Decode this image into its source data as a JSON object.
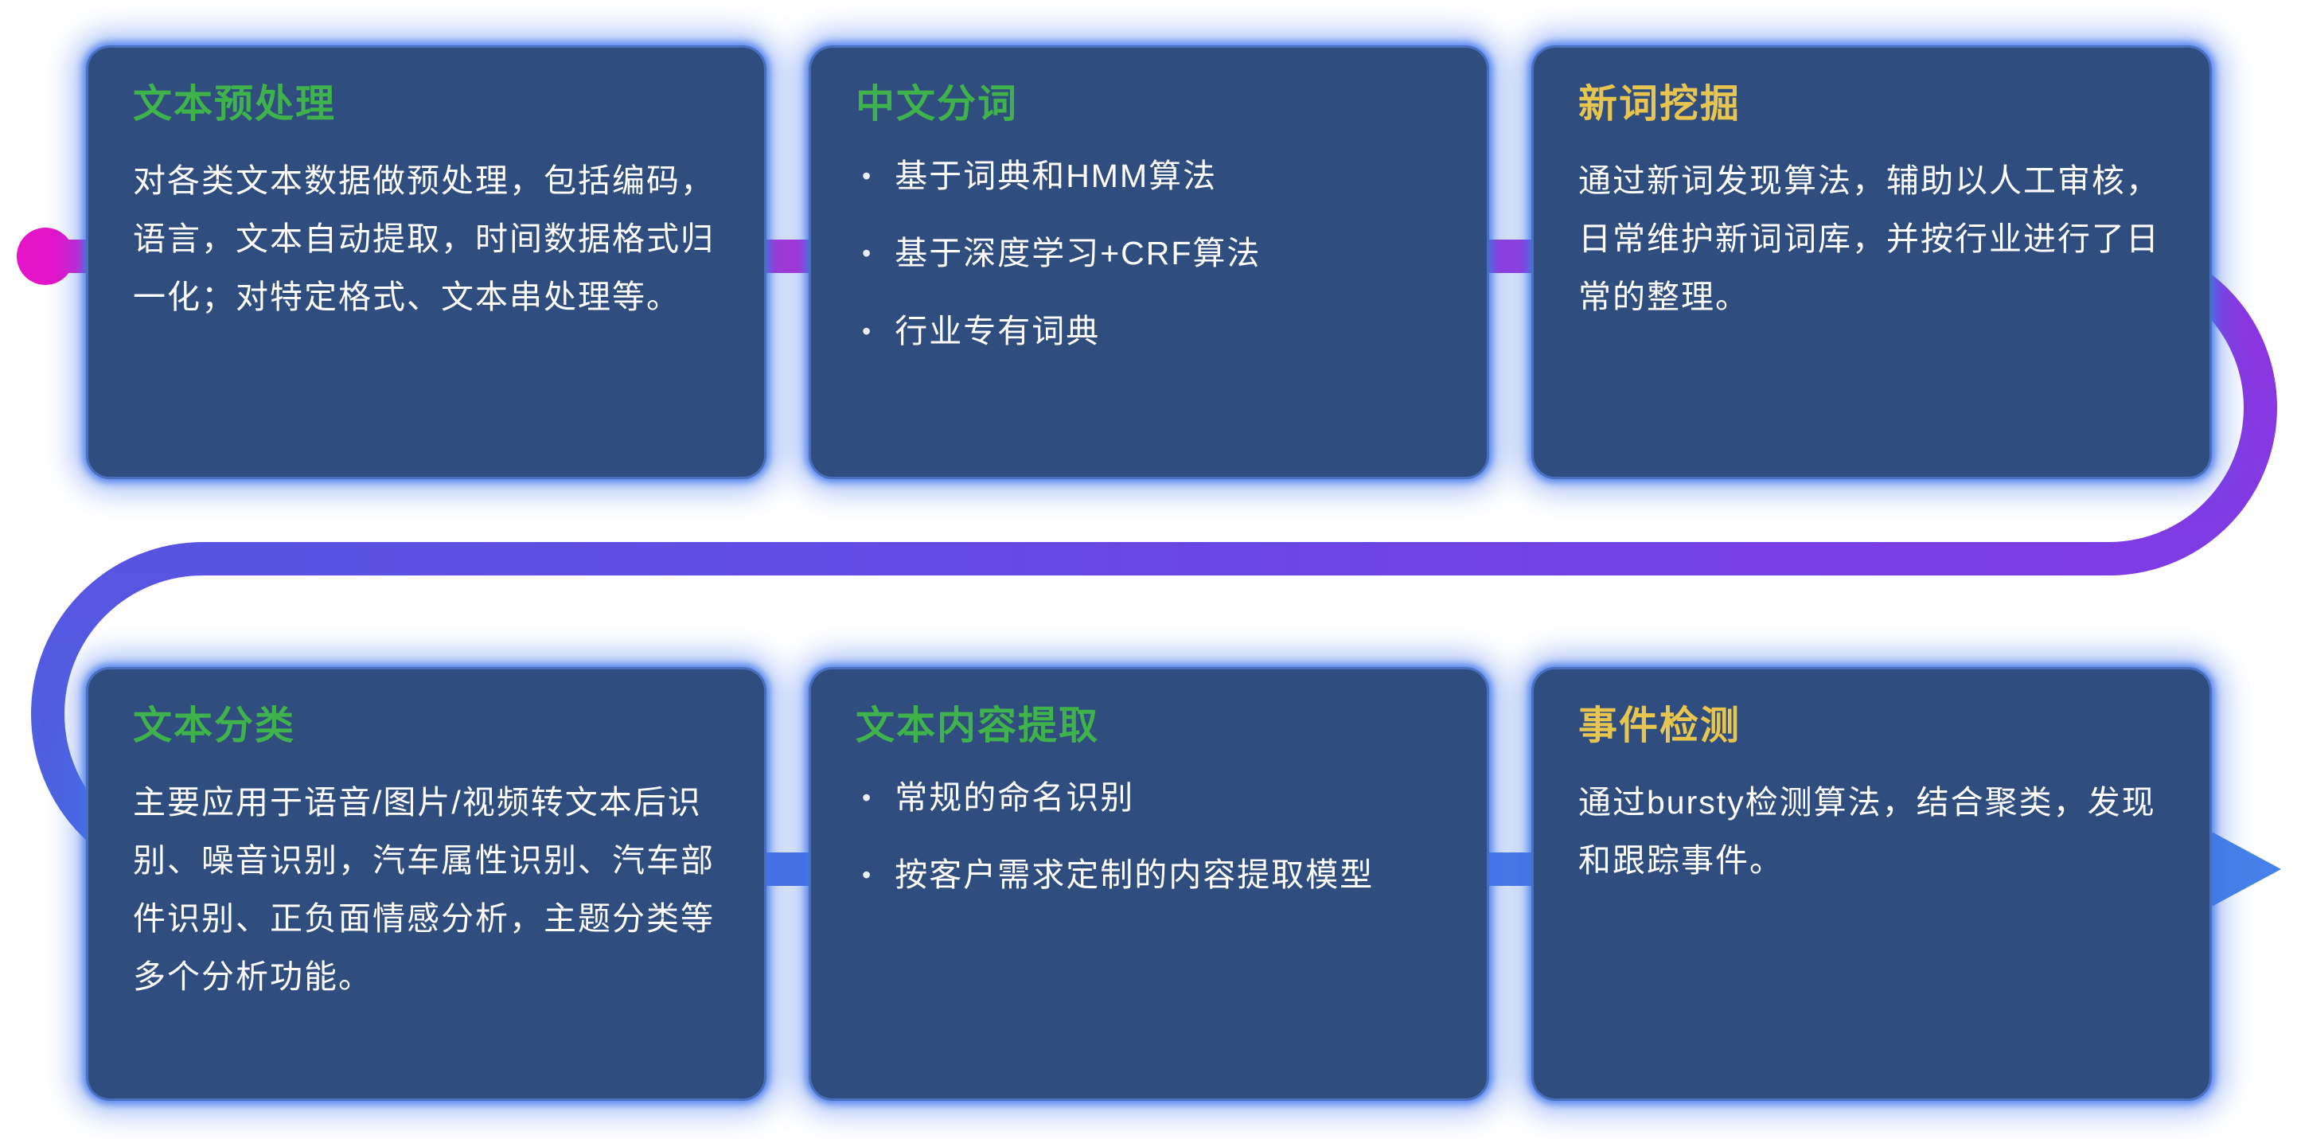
{
  "page": {
    "background": "#ffffff"
  },
  "bullet_char": "•",
  "colors": {
    "card_bg": "#2f4d7e",
    "card_glow": "#4076eb",
    "title_green": "#3fb24b",
    "title_yellow": "#e7c54e",
    "body_text": "#ffffff",
    "flow_magenta": "#e513c9",
    "flow_purple": "#8639e2",
    "flow_blue": "#4680e8"
  },
  "icons": {
    "flow_start_dot": "●",
    "flow_arrow": "▶"
  },
  "cards": [
    {
      "id": "text-preprocessing",
      "title": "文本预处理",
      "title_color": "green",
      "body": "对各类文本数据做预处理，包括编码，语言，文本自动提取，时间数据格式归一化；对特定格式、文本串处理等。"
    },
    {
      "id": "chinese-word-segmentation",
      "title": "中文分词",
      "title_color": "green",
      "bullets": [
        "基于词典和HMM算法",
        "基于深度学习+CRF算法",
        "行业专有词典"
      ]
    },
    {
      "id": "new-word-mining",
      "title": "新词挖掘",
      "title_color": "yellow",
      "body": "通过新词发现算法，辅助以人工审核，日常维护新词词库，并按行业进行了日常的整理。"
    },
    {
      "id": "text-classification",
      "title": "文本分类",
      "title_color": "green",
      "body": "主要应用于语音/图片/视频转文本后识别、噪音识别，汽车属性识别、汽车部件识别、正负面情感分析，主题分类等多个分析功能。"
    },
    {
      "id": "text-content-extraction",
      "title": "文本内容提取",
      "title_color": "green",
      "bullets": [
        "常规的命名识别",
        "按客户需求定制的内容提取模型"
      ]
    },
    {
      "id": "event-detection",
      "title": "事件检测",
      "title_color": "yellow",
      "body": "通过bursty检测算法，结合聚类，发现和跟踪事件。"
    }
  ]
}
